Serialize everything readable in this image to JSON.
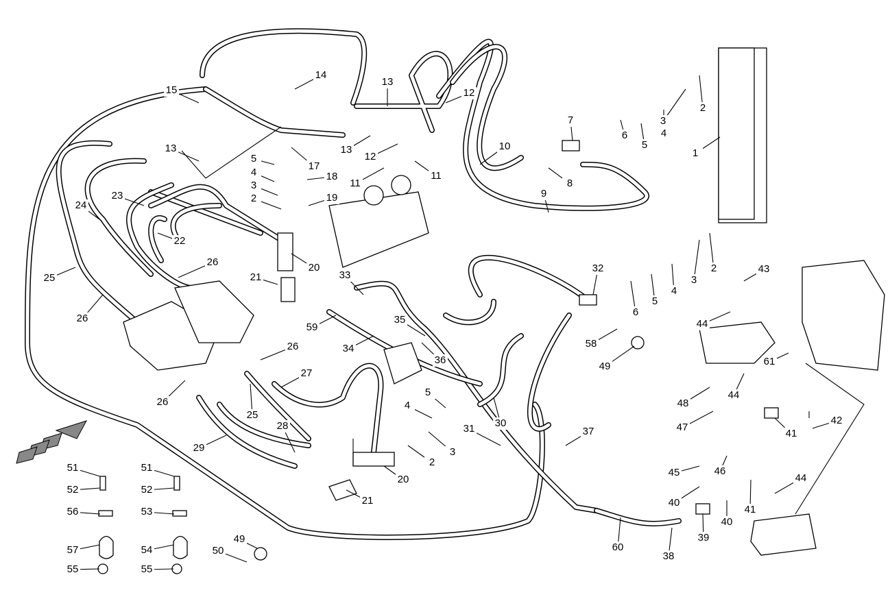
{
  "diagram": {
    "type": "exploded parts diagram - hydraulic hose routing",
    "callouts": [
      "14",
      "15",
      "13",
      "12",
      "13",
      "17",
      "13",
      "12",
      "11",
      "11",
      "10",
      "7",
      "6",
      "5",
      "4",
      "3",
      "2",
      "1",
      "8",
      "9",
      "5",
      "4",
      "3",
      "2",
      "18",
      "19",
      "24",
      "23",
      "22",
      "20",
      "21",
      "25",
      "26",
      "26",
      "26",
      "26",
      "33",
      "32",
      "6",
      "5",
      "4",
      "3",
      "2",
      "43",
      "44",
      "59",
      "35",
      "34",
      "36",
      "58",
      "49",
      "61",
      "27",
      "25",
      "5",
      "4",
      "3",
      "2",
      "30",
      "31",
      "37",
      "48",
      "47",
      "44",
      "41",
      "42",
      "29",
      "28",
      "20",
      "21",
      "45",
      "46",
      "40",
      "44",
      "41",
      "40",
      "39",
      "38",
      "60",
      "51",
      "52",
      "56",
      "57",
      "55",
      "51",
      "52",
      "53",
      "54",
      "55",
      "50",
      "49"
    ],
    "direction_arrow_icon": "forward-arrow-icon"
  }
}
